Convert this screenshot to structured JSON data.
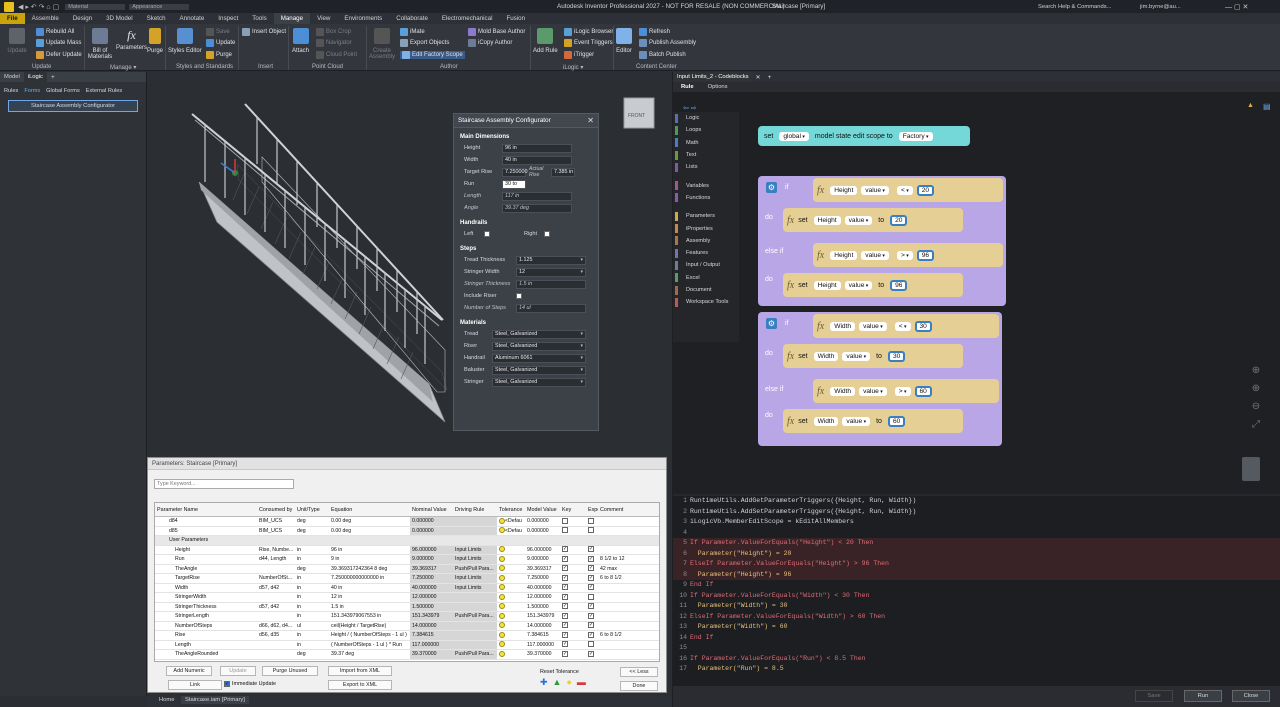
{
  "title": {
    "app": "Autodesk Inventor Professional 2027 - NOT FOR RESALE (NON COMMERCIAL)",
    "doc": "Staircase [Primary]",
    "search": "Search Help & Commands...",
    "user": "jim.byrne@au...",
    "material": "Material",
    "appearance": "Appearance"
  },
  "menu": [
    "File",
    "Assemble",
    "Design",
    "3D Model",
    "Sketch",
    "Annotate",
    "Inspect",
    "Tools",
    "Manage",
    "View",
    "Environments",
    "Collaborate",
    "Electromechanical",
    "Fusion"
  ],
  "ribbon": {
    "update": "Update",
    "rebuild_all": "Rebuild All",
    "update_mass": "Update Mass",
    "defer_update": "Defer Update",
    "bom": "Bill of Materials",
    "parameters": "Parameters",
    "purge": "Purge",
    "styles_editor": "Styles Editor",
    "save": "Save",
    "update2": "Update",
    "purge2": "Purge",
    "insert_object": "Insert Object",
    "attach": "Attach",
    "box_crop": "Box Crop",
    "navigator": "Navigator",
    "cloud_point": "Cloud Point",
    "create_assembly": "Create Assembly",
    "imate": "iMate",
    "export_objects": "Export Objects",
    "edit_factory_scope": "Edit Factory Scope",
    "mold_base_author": "Mold Base Author",
    "icopy_author": "iCopy Author",
    "add_rule": "Add Rule",
    "ilogic_browser": "iLogic Browser",
    "event_triggers": "Event Triggers",
    "itrigger": "iTrigger",
    "editor": "Editor",
    "refresh": "Refresh",
    "publish_assembly": "Publish Assembly",
    "batch_publish": "Batch Publish",
    "groups": [
      "Update",
      "Manage ▾",
      "Styles and Standards",
      "Insert",
      "Point Cloud",
      "Author",
      "iLogic ▾",
      "Content Center"
    ]
  },
  "left": {
    "tabs": [
      "Model",
      "iLogic"
    ],
    "subtabs": [
      "Rules",
      "Forms",
      "Global Forms",
      "External Rules"
    ],
    "form_button": "Staircase Assembly Configurator"
  },
  "config": {
    "title": "Staircase Assembly Configurator",
    "main": "Main Dimensions",
    "height_l": "Height",
    "height_v": "96 in",
    "width_l": "Width",
    "width_v": "40 in",
    "trise_l": "Target Rise",
    "trise_v": "7.250000",
    "arise_l": "Actual Rise",
    "arise_v": "7.385 in",
    "run_l": "Run",
    "run_v": "30 to",
    "length_l": "Length",
    "length_v": "117 in",
    "angle_l": "Angle",
    "angle_v": "39.37 deg",
    "handrails": "Handrails",
    "left_l": "Left",
    "right_l": "Right",
    "steps": "Steps",
    "tread_l": "Tread Thickness",
    "tread_v": "1.125",
    "swidth_l": "Stringer Width",
    "swidth_v": "12",
    "sthick_l": "Stringer Thickness",
    "sthick_v": "1.5 in",
    "riser_l": "Include Riser",
    "nsteps_l": "Number of Steps",
    "nsteps_v": "14 ul",
    "materials": "Materials",
    "m_tread_l": "Tread",
    "m_tread_v": "Steel, Galvanized",
    "m_riser_l": "Riser",
    "m_riser_v": "Steel, Galvanized",
    "m_hand_l": "Handrail",
    "m_hand_v": "Aluminum 6061",
    "m_bal_l": "Baluster",
    "m_bal_v": "Steel, Galvanized",
    "m_str_l": "Stringer",
    "m_str_v": "Steel, Galvanized"
  },
  "params": {
    "title": "Parameters: Staircase [Primary]",
    "search": "Type Keyword...",
    "headers": [
      "Parameter Name",
      "Consumed by",
      "Unit/Type",
      "Equation",
      "Nominal Value",
      "Driving Rule",
      "Tolerance",
      "Model Value",
      "Key",
      "Expo",
      "Comment"
    ],
    "rows": [
      [
        "d84",
        "BIM_UCS",
        "deg",
        "0.00 deg",
        "0.000000",
        "",
        "<Defau",
        "0.000000",
        "",
        "",
        ""
      ],
      [
        "d85",
        "BIM_UCS",
        "deg",
        "0.00 deg",
        "0.000000",
        "",
        "<Defau",
        "0.000000",
        "",
        "",
        ""
      ],
      [
        "User Parameters",
        "",
        "",
        "",
        "",
        "",
        "",
        "",
        "",
        "",
        ""
      ],
      [
        "Height",
        "Rise, Numbe...",
        "in",
        "96 in",
        "96.000000",
        "Input Limits",
        "",
        "96.000000",
        "",
        "",
        ""
      ],
      [
        "Run",
        "d44, Length",
        "in",
        "9 in",
        "9.000000",
        "Input Limits",
        "",
        "9.000000",
        "",
        "",
        "8 1/2 to 12"
      ],
      [
        "TheAngle",
        "",
        "deg",
        "39.369317242364 8 deg",
        "39.369317",
        "Push/Pull Para...",
        "",
        "39.369317",
        "",
        "",
        "42 max"
      ],
      [
        "TargetRise",
        "NumberOfSt...",
        "in",
        "7.250000000000000 in",
        "7.250000",
        "Input Limits",
        "",
        "7.250000",
        "",
        "",
        "6 to 8 1/2"
      ],
      [
        "Width",
        "d57, d42",
        "in",
        "40 in",
        "40.000000",
        "Input Limits",
        "",
        "40.000000",
        "",
        "",
        ""
      ],
      [
        "StringerWidth",
        "",
        "in",
        "12 in",
        "12.000000",
        "",
        "",
        "12.000000",
        "",
        "",
        ""
      ],
      [
        "StringerThickness",
        "d57, d42",
        "in",
        "1.5 in",
        "1.500000",
        "",
        "",
        "1.500000",
        "",
        "",
        ""
      ],
      [
        "StringerLength",
        "",
        "in",
        "151.343979067553 in",
        "151.343979",
        "Push/Pull Para...",
        "",
        "151.343979",
        "",
        "",
        ""
      ],
      [
        "NumberOfSteps",
        "d66, d62, d4...",
        "ul",
        "ceil(Height / TargetRise)",
        "14.000000",
        "",
        "",
        "14.000000",
        "",
        "",
        ""
      ],
      [
        "Rise",
        "d56, d35",
        "in",
        "Height / ( NumberOfSteps - 1 ul )",
        "7.384615",
        "",
        "",
        "7.384615",
        "",
        "",
        "6 to 8 1/2"
      ],
      [
        "Length",
        "",
        "in",
        "( NumberOfSteps - 1 ul ) * Run",
        "117.000000",
        "",
        "",
        "117.000000",
        "",
        "",
        ""
      ],
      [
        "TheAngleRounded",
        "",
        "deg",
        "39.37 deg",
        "39.370000",
        "Push/Pull Para...",
        "",
        "39.370000",
        "",
        "",
        ""
      ]
    ],
    "add_numeric": "Add Numeric",
    "update": "Update",
    "purge_unused": "Purge Unused",
    "import_xml": "Import from XML",
    "export_xml": "Export to XML",
    "link": "Link",
    "immediate": "Immediate Update",
    "reset_tol": "Reset Tolerance",
    "less": "<< Less",
    "done": "Done"
  },
  "right": {
    "doc_tab": "Input Limits_2 - Codeblocks",
    "rule_tab": "Rule",
    "options_tab": "Options",
    "palette": [
      "Logic",
      "Loops",
      "Math",
      "Text",
      "Lists",
      "Variables",
      "Functions",
      "Parameters",
      "iProperties",
      "Assembly",
      "Features",
      "Input / Output",
      "Excel",
      "Document",
      "Workspace Tools"
    ],
    "palette_colors": [
      "#5b6fb0",
      "#4a9a5a",
      "#4b7dbf",
      "#6b9a3b",
      "#7b5aa6",
      "#a65592",
      "#8a5ab0",
      "#d1a650",
      "#c9884a",
      "#a6784c",
      "#7b6fb0",
      "#6b7e93",
      "#5a9a6b",
      "#a06b4a",
      "#b85a5a"
    ],
    "set_kw": "set",
    "scope_v": "global",
    "scope_txt": "model state edit scope to",
    "factory": "Factory",
    "if_kw": "if",
    "do_kw": "do",
    "elseif_kw": "else if",
    "height": "Height",
    "width": "Width",
    "value": "value",
    "to": "to",
    "lt": "<",
    "gt": ">",
    "n20": "20",
    "n96": "96",
    "n30": "30",
    "n60": "60"
  },
  "code": [
    "RuntimeUtils.AddGetParameterTriggers({Height, Run, Width})",
    "RuntimeUtils.AddSetParameterTriggers({Height, Run, Width})",
    "iLogicVb.MemberEditScope = kEditAllMembers",
    "",
    "If Parameter.ValueForEquals(\"Height\") < 20 Then",
    "  Parameter(\"Height\") = 20",
    "ElseIf Parameter.ValueForEquals(\"Height\") > 96 Then",
    "  Parameter(\"Height\") = 96",
    "End If",
    "If Parameter.ValueForEquals(\"Width\") < 30 Then",
    "  Parameter(\"Width\") = 30",
    "ElseIf Parameter.ValueForEquals(\"Width\") > 60 Then",
    "  Parameter(\"Width\") = 60",
    "End If",
    "",
    "If Parameter.ValueForEquals(\"Run\") < 8.5 Then",
    "  Parameter(\"Run\") = 8.5"
  ],
  "buttons": {
    "save": "Save",
    "run": "Run",
    "close": "Close"
  },
  "status": {
    "home": "Home",
    "file": "Staircase.iam [Primary]"
  },
  "colors": {
    "accent": "#c9a30a",
    "code_kw": "#e06c75",
    "block_yellow": "#e6cf95",
    "block_purple": "#b8a6e6",
    "block_teal": "#74d8d8"
  }
}
